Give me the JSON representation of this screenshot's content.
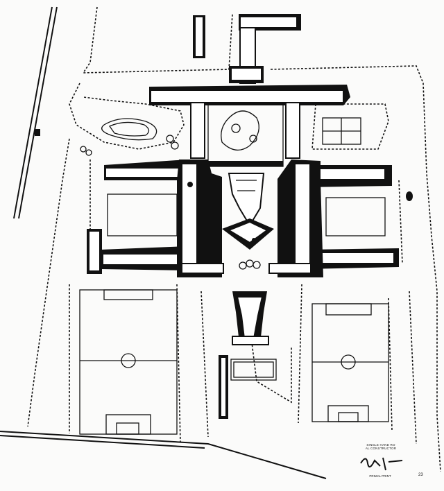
{
  "drawing": {
    "caption_line1": "SINGLE HAND RO",
    "caption_line2": "AL CONSTRUCTOR",
    "caption_bottom": "PRIMAL PRINT",
    "corner_mark": "23",
    "signature": "signature-mark"
  },
  "colors": {
    "ink": "#111111",
    "paper": "#fbfbfa"
  }
}
